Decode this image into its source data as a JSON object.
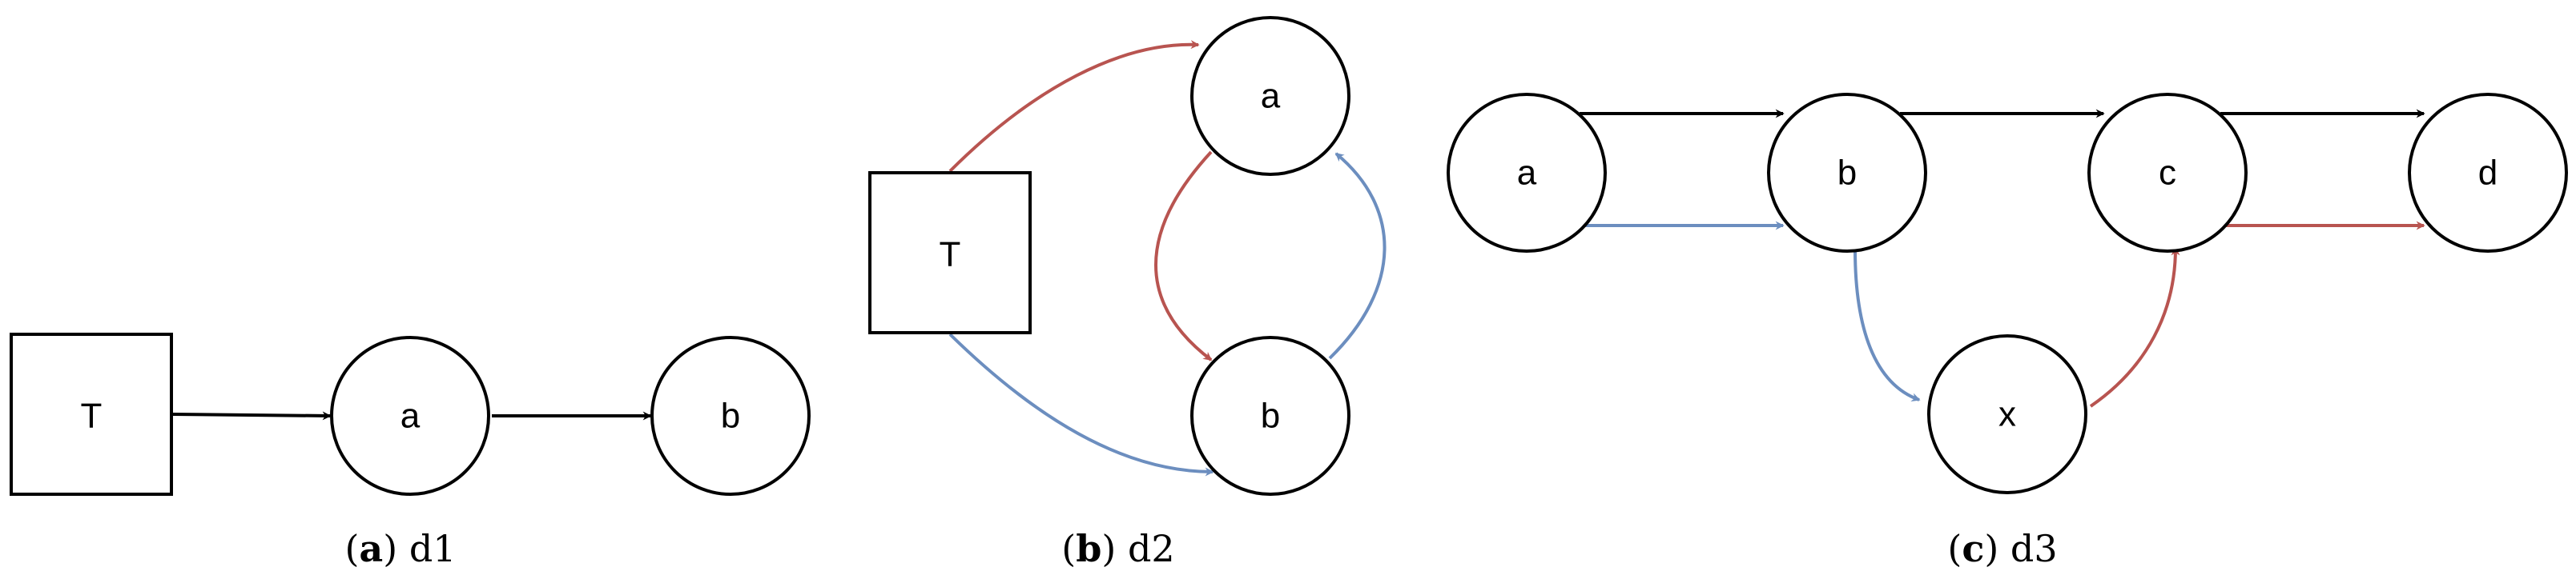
{
  "colors": {
    "black": "#000000",
    "red": "#b85450",
    "blue": "#6c8ebf"
  },
  "panels": {
    "a": {
      "caption_letter": "a",
      "caption_name": "d1",
      "nodes": {
        "T": "T",
        "a": "a",
        "b": "b"
      }
    },
    "b": {
      "caption_letter": "b",
      "caption_name": "d2",
      "nodes": {
        "T": "T",
        "a": "a",
        "b": "b"
      }
    },
    "c": {
      "caption_letter": "c",
      "caption_name": "d3",
      "nodes": {
        "a": "a",
        "b": "b",
        "c": "c",
        "d": "d",
        "x": "x"
      }
    }
  }
}
